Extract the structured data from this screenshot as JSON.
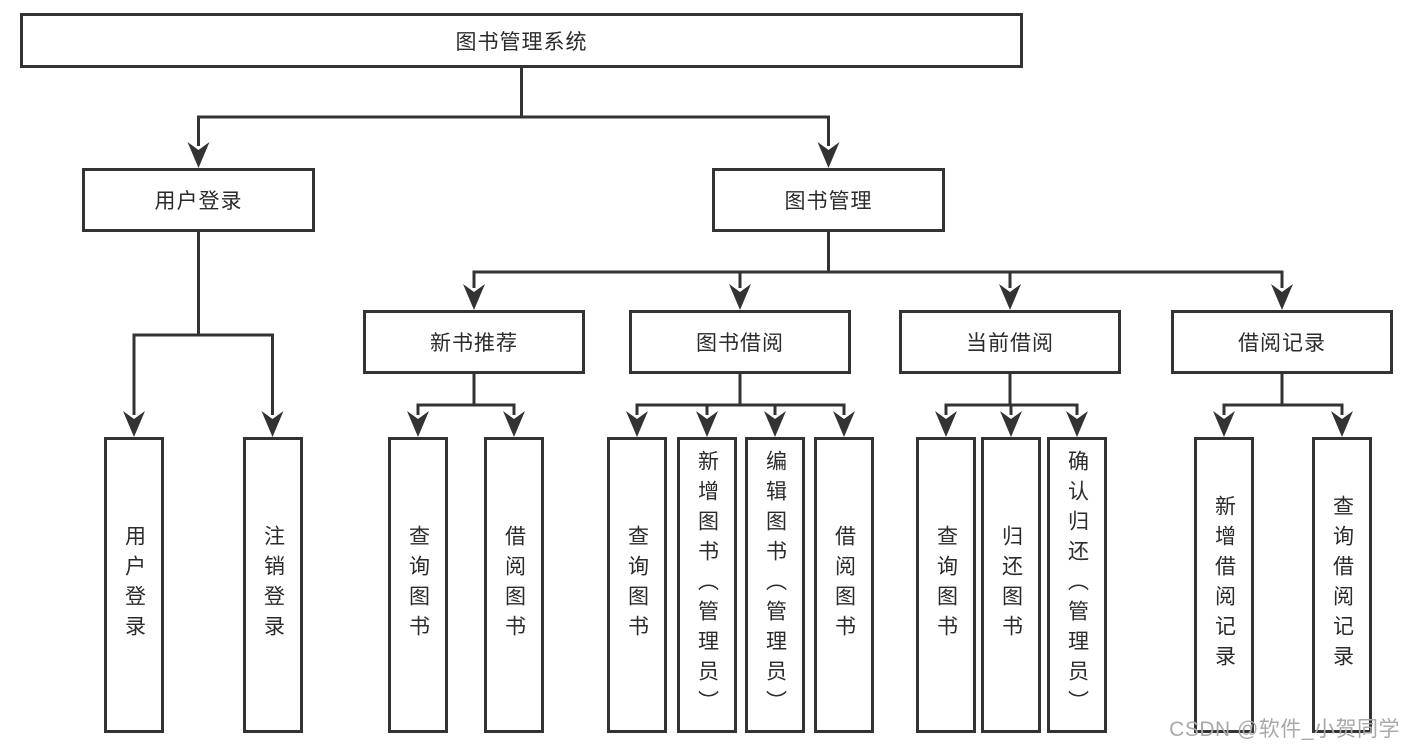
{
  "title": "图书管理系统",
  "watermark": "CSDN @软件_小贺同学",
  "colors": {
    "line": "#333333",
    "text": "#2b2b2b",
    "watermark": "#a9a9a9"
  },
  "tree": {
    "label": "图书管理系统",
    "children": [
      {
        "label": "用户登录",
        "children": [
          {
            "label": "用户登录"
          },
          {
            "label": "注销登录"
          }
        ]
      },
      {
        "label": "图书管理",
        "children": [
          {
            "label": "新书推荐",
            "children": [
              {
                "label": "查询图书"
              },
              {
                "label": "借阅图书"
              }
            ]
          },
          {
            "label": "图书借阅",
            "children": [
              {
                "label": "查询图书"
              },
              {
                "label": "新增图书（管理员）"
              },
              {
                "label": "编辑图书（管理员）"
              },
              {
                "label": "借阅图书"
              }
            ]
          },
          {
            "label": "当前借阅",
            "children": [
              {
                "label": "查询图书"
              },
              {
                "label": "归还图书"
              },
              {
                "label": "确认归还（管理员）"
              }
            ]
          },
          {
            "label": "借阅记录",
            "children": [
              {
                "label": "新增借阅记录"
              },
              {
                "label": "查询借阅记录"
              }
            ]
          }
        ]
      }
    ]
  }
}
